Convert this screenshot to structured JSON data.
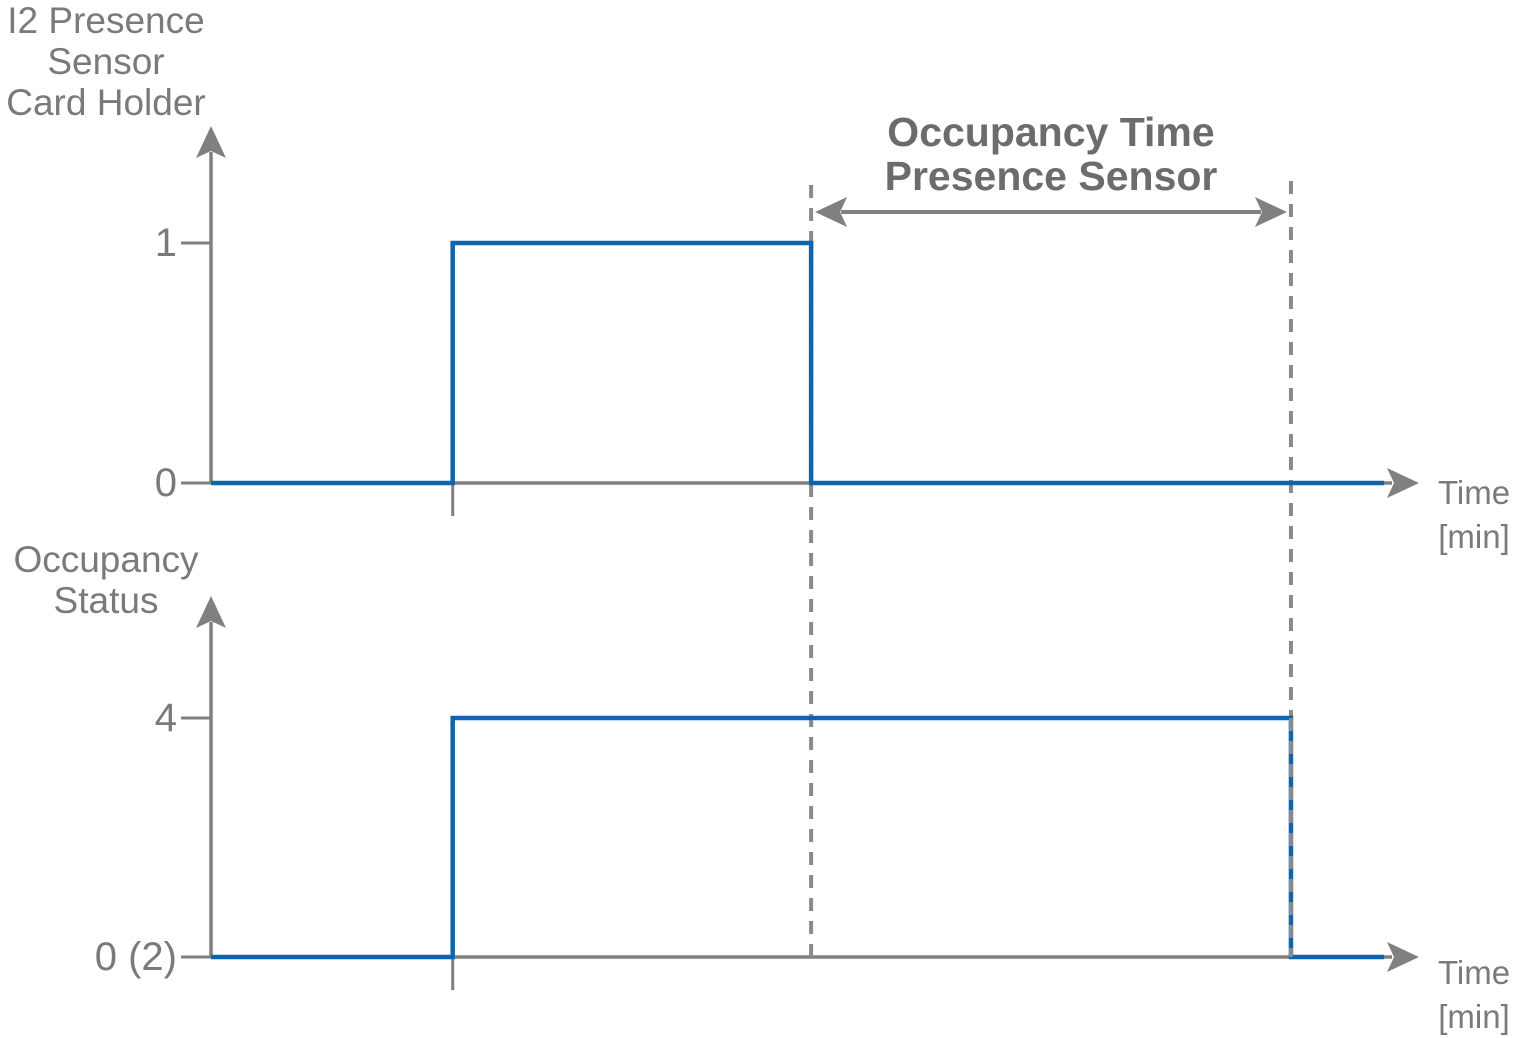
{
  "colors": {
    "signal": "#0f64b0",
    "axis": "#808080",
    "guide_dash": "#8a8a8a",
    "label_text": "#7a7a7a",
    "annotation_text": "#6c6c6c",
    "background": "#ffffff"
  },
  "top_chart": {
    "title_lines": [
      "I2 Presence",
      "Sensor",
      "Card Holder"
    ],
    "y_tick_high": "1",
    "y_tick_low": "0",
    "x_axis_label_line1": "Time",
    "x_axis_label_line2": "[min]"
  },
  "bottom_chart": {
    "title_lines": [
      "Occupancy",
      "Status"
    ],
    "y_tick_high": "4",
    "y_tick_low": "0 (2)",
    "x_axis_label_line1": "Time",
    "x_axis_label_line2": "[min]"
  },
  "annotation": {
    "line1": "Occupancy Time",
    "line2": "Presence Sensor"
  },
  "chart_data": [
    {
      "type": "line",
      "subtype": "digital_timing_step",
      "title": "I2 Presence Sensor Card Holder",
      "xlabel": "Time [min]",
      "ylabel": "",
      "yticks": [
        {
          "value": 0,
          "label": "0"
        },
        {
          "value": 1,
          "label": "1"
        }
      ],
      "ylim": [
        0,
        1.4
      ],
      "x_units": "relative position along time axis (no numeric x tick labels shown)",
      "grid": false,
      "legend": "none",
      "series": [
        {
          "name": "I2 Presence Sensor Card Holder",
          "color": "#0f64b0",
          "step_points": [
            [
              0,
              0
            ],
            [
              0.205,
              0
            ],
            [
              0.205,
              1
            ],
            [
              0.509,
              1
            ],
            [
              0.509,
              0
            ],
            [
              0.995,
              0
            ]
          ]
        }
      ],
      "x_event_ticks": [
        0.205
      ]
    },
    {
      "type": "line",
      "subtype": "digital_timing_step",
      "title": "Occupancy Status",
      "xlabel": "Time [min]",
      "ylabel": "",
      "yticks": [
        {
          "value": 0,
          "label": "0 (2)"
        },
        {
          "value": 4,
          "label": "4"
        }
      ],
      "ylim": [
        0,
        5.6
      ],
      "x_units": "relative position along time axis (no numeric x tick labels shown)",
      "grid": false,
      "legend": "none",
      "series": [
        {
          "name": "Occupancy Status",
          "color": "#0f64b0",
          "step_points": [
            [
              0,
              0
            ],
            [
              0.205,
              0
            ],
            [
              0.205,
              4
            ],
            [
              0.916,
              4
            ],
            [
              0.916,
              0
            ],
            [
              0.995,
              0
            ]
          ]
        }
      ],
      "x_event_ticks": [
        0.205
      ],
      "annotation": {
        "label": "Occupancy Time Presence Sensor",
        "x_from": 0.509,
        "x_to": 0.916,
        "dashed_guides_x": [
          0.509,
          0.916
        ]
      }
    }
  ]
}
